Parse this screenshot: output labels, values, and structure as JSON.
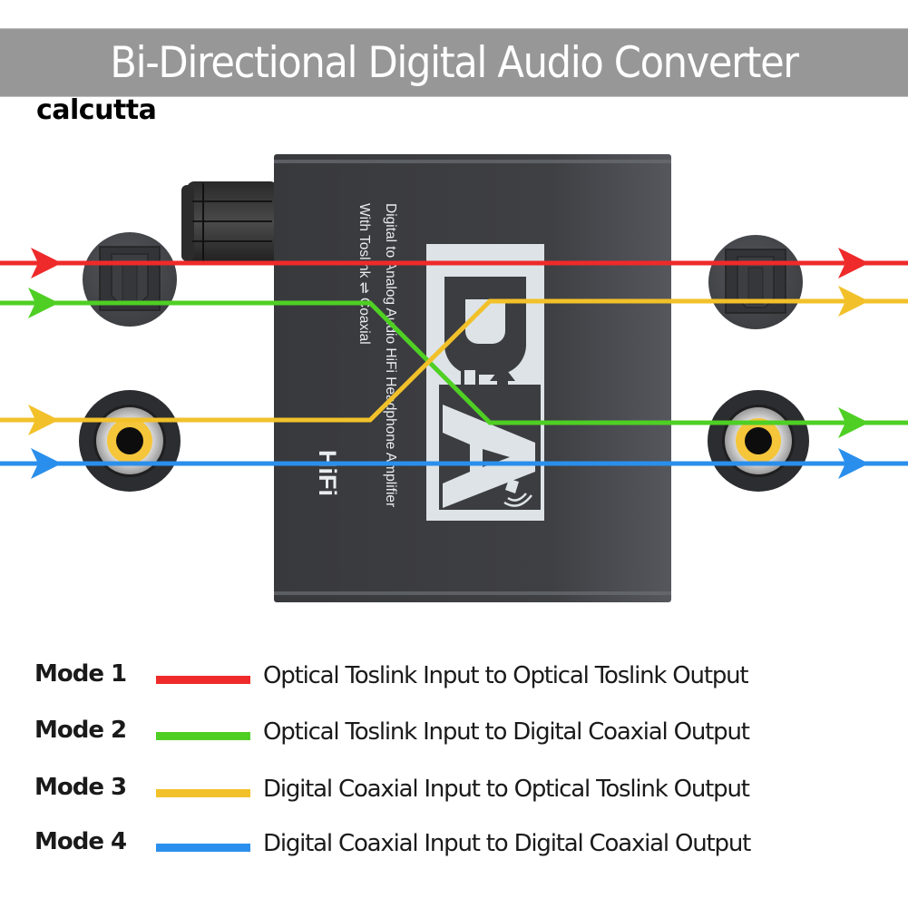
{
  "header": {
    "title": "Bi-Directional Digital Audio Converter",
    "brand": "calcutta"
  },
  "device": {
    "label_line1": "Digital to Analog Audio HiFi Headphone Amplifier",
    "label_line2": "With Toslink ⇌ Coaxial",
    "logo_text": "D/A",
    "hifi_label": "HiFi",
    "ports": {
      "left": [
        "optical-toslink-input",
        "coaxial-input"
      ],
      "right": [
        "optical-toslink-output",
        "coaxial-output"
      ]
    }
  },
  "colors": {
    "mode1": "#ee2a2a",
    "mode2": "#4fcf24",
    "mode3": "#f2c12a",
    "mode4": "#2a8fec",
    "banner": "#979797",
    "device": "#3d3e42"
  },
  "legend": [
    {
      "mode": "Mode 1",
      "description": "Optical Toslink Input to Optical Toslink Output",
      "color": "#ee2a2a",
      "from": "optical",
      "to": "optical"
    },
    {
      "mode": "Mode 2",
      "description": "Optical Toslink Input to Digital Coaxial Output",
      "color": "#4fcf24",
      "from": "optical",
      "to": "coaxial"
    },
    {
      "mode": "Mode 3",
      "description": "Digital Coaxial Input to Optical Toslink Output",
      "color": "#f2c12a",
      "from": "coaxial",
      "to": "optical"
    },
    {
      "mode": "Mode 4",
      "description": "Digital Coaxial Input to Digital Coaxial Output",
      "color": "#2a8fec",
      "from": "coaxial",
      "to": "coaxial"
    }
  ]
}
